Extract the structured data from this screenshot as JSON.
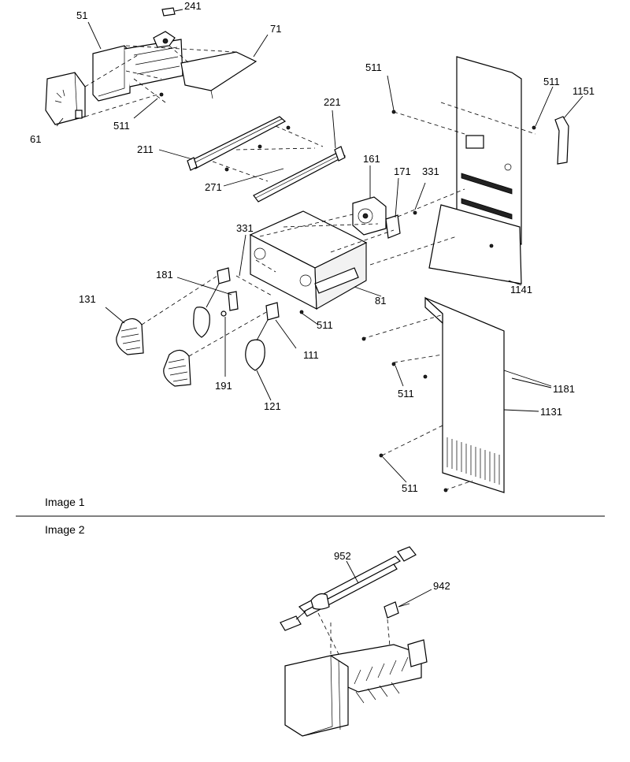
{
  "captions": {
    "image1": "Image 1",
    "image2": "Image 2"
  },
  "labels": {
    "p241": "241",
    "p51": "51",
    "p71": "71",
    "p61": "61",
    "p511a": "511",
    "p211": "211",
    "p221": "221",
    "p271": "271",
    "p161": "161",
    "p171": "171",
    "p331a": "331",
    "p331b": "331",
    "p181": "181",
    "p81": "81",
    "p131": "131",
    "p511b": "511",
    "p111": "111",
    "p191": "191",
    "p121": "121",
    "p511c": "511",
    "p511d": "511",
    "p1151": "1151",
    "p1141": "1141",
    "p511e": "511",
    "p1181": "1181",
    "p1131": "1131",
    "p511f": "511",
    "p952": "952",
    "p942": "942"
  }
}
